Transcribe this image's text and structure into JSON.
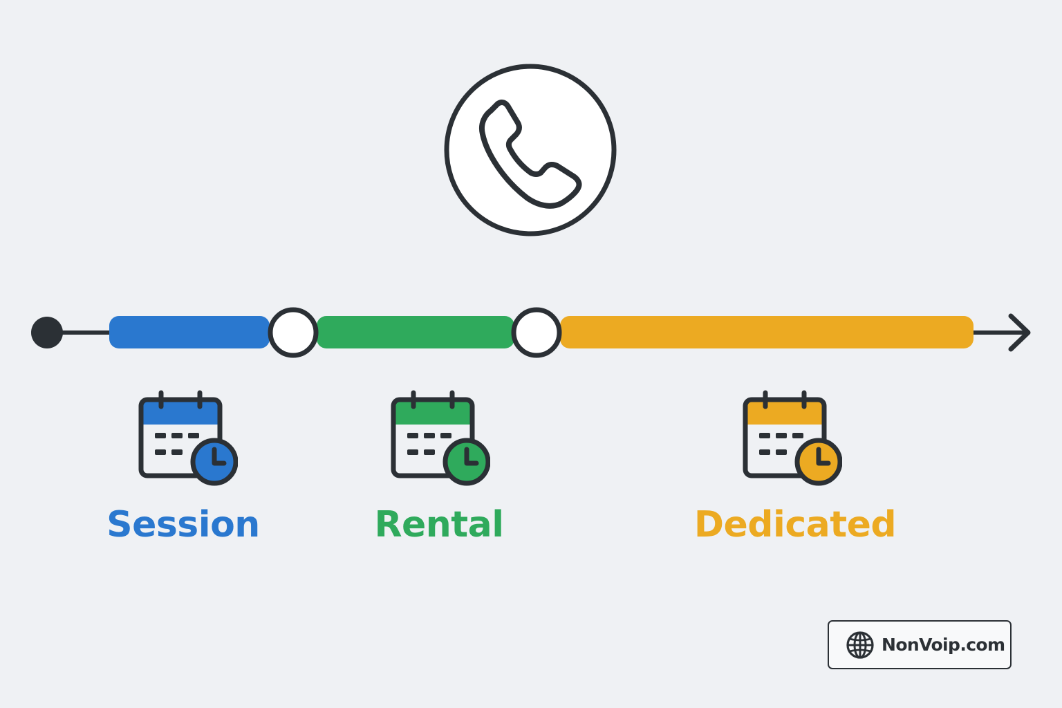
{
  "colors": {
    "background": "#eff1f4",
    "ink": "#2b3035",
    "session": "#2a78cf",
    "rental": "#2faa5c",
    "dedicated": "#ecaa22"
  },
  "icons": {
    "top": "phone-handset-icon",
    "stage": "calendar-clock-icon",
    "brand": "globe-icon"
  },
  "timeline": {
    "stages": [
      {
        "key": "session",
        "label": "Session",
        "color": "#2a78cf"
      },
      {
        "key": "rental",
        "label": "Rental",
        "color": "#2faa5c"
      },
      {
        "key": "dedicated",
        "label": "Dedicated",
        "color": "#ecaa22"
      }
    ]
  },
  "brand": {
    "text": "NonVoip.com"
  }
}
